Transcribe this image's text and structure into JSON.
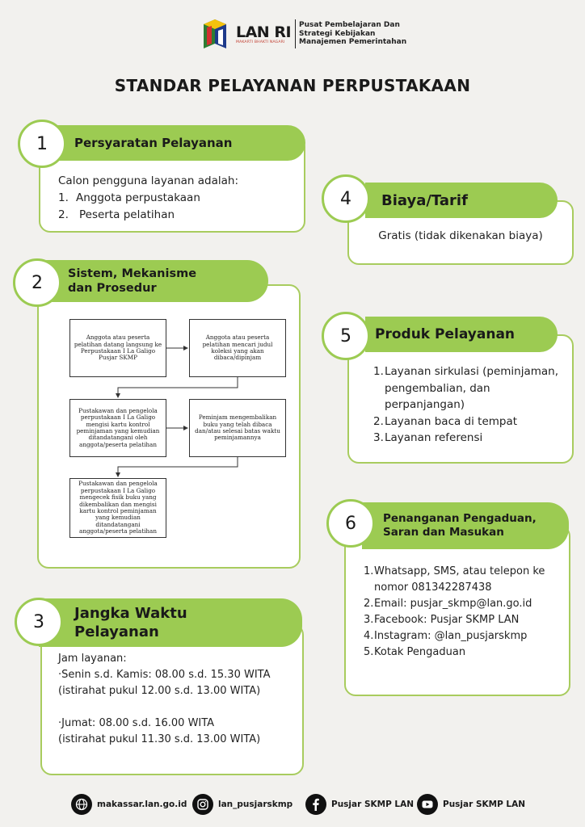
{
  "header": {
    "logo_text": "LAN RI",
    "logo_tagline": "MAKARTI BHAKTI NAGARI",
    "org_line1": "Pusat Pembelajaran Dan",
    "org_line2": "Strategi Kebijakan",
    "org_line3": "Manajemen Pemerintahan"
  },
  "title": "STANDAR PELAYANAN PERPUSTAKAAN",
  "sections": {
    "s1": {
      "number": "1",
      "title": "Persyaratan Pelayanan",
      "intro": "Calon pengguna layanan adalah:",
      "items": [
        {
          "n": "1.",
          "text": "Anggota perpustakaan"
        },
        {
          "n": "2.",
          "text": "Peserta pelatihan"
        }
      ]
    },
    "s2": {
      "number": "2",
      "title_line1": "Sistem, Mekanisme",
      "title_line2": "dan Prosedur",
      "flow": [
        "Anggota atau peserta pelatihan datang langsung ke Perpustakaan I La Galigo Pusjar SKMP",
        "Anggota atau peserta pelatihan mencari judul koleksi yang akan dibaca/dipinjam",
        "Pustakawan dan pengelola perpustakaan I La Galigo mengisi kartu kontrol peminjaman yang kemudian ditandatangani oleh anggota/peserta pelatihan",
        "Peminjam mengembalikan buku yang telah dibaca dan/atau selesai batas waktu peminjamannya",
        "Pustakawan dan pengelola perpustakaan I La Galigo mengecek fisik buku yang dikembalikan dan mengisi kartu kontrol peminjaman yang kemudian ditandatangani anggota/peserta pelatihan"
      ]
    },
    "s3": {
      "number": "3",
      "title_line1": "Jangka Waktu",
      "title_line2": "Pelayanan",
      "lines": [
        "Jam layanan:",
        "·Senin s.d. Kamis: 08.00 s.d. 15.30 WITA",
        "(istirahat pukul 12.00 s.d. 13.00 WITA)",
        "",
        "·Jumat: 08.00 s.d. 16.00 WITA",
        "(istirahat pukul 11.30 s.d. 13.00 WITA)"
      ]
    },
    "s4": {
      "number": "4",
      "title": "Biaya/Tarif",
      "text": "Gratis (tidak dikenakan biaya)"
    },
    "s5": {
      "number": "5",
      "title": "Produk Pelayanan",
      "items": [
        {
          "n": "1.",
          "text": "Layanan sirkulasi (peminjaman, pengembalian, dan perpanjangan)"
        },
        {
          "n": "2.",
          "text": "Layanan baca di tempat"
        },
        {
          "n": "3.",
          "text": "Layanan referensi"
        }
      ]
    },
    "s6": {
      "number": "6",
      "title_line1": "Penanganan Pengaduan,",
      "title_line2": "Saran dan Masukan",
      "items": [
        {
          "n": "1.",
          "text": "Whatsapp, SMS, atau telepon ke nomor 081342287438"
        },
        {
          "n": "2.",
          "text": "Email: pusjar_skmp@lan.go.id"
        },
        {
          "n": "3.",
          "text": "Facebook: Pusjar SKMP LAN"
        },
        {
          "n": "4.",
          "text": "Instagram: @lan_pusjarskmp"
        },
        {
          "n": "5.",
          "text": "Kotak Pengaduan"
        }
      ]
    }
  },
  "footer": {
    "website": "makassar.lan.go.id",
    "instagram": "lan_pusjarskmp",
    "facebook": "Pusjar SKMP LAN",
    "youtube": "Pusjar SKMP LAN"
  },
  "colors": {
    "accent": "#9ccb52",
    "border": "#a8cc5e",
    "background": "#f2f1ee"
  }
}
